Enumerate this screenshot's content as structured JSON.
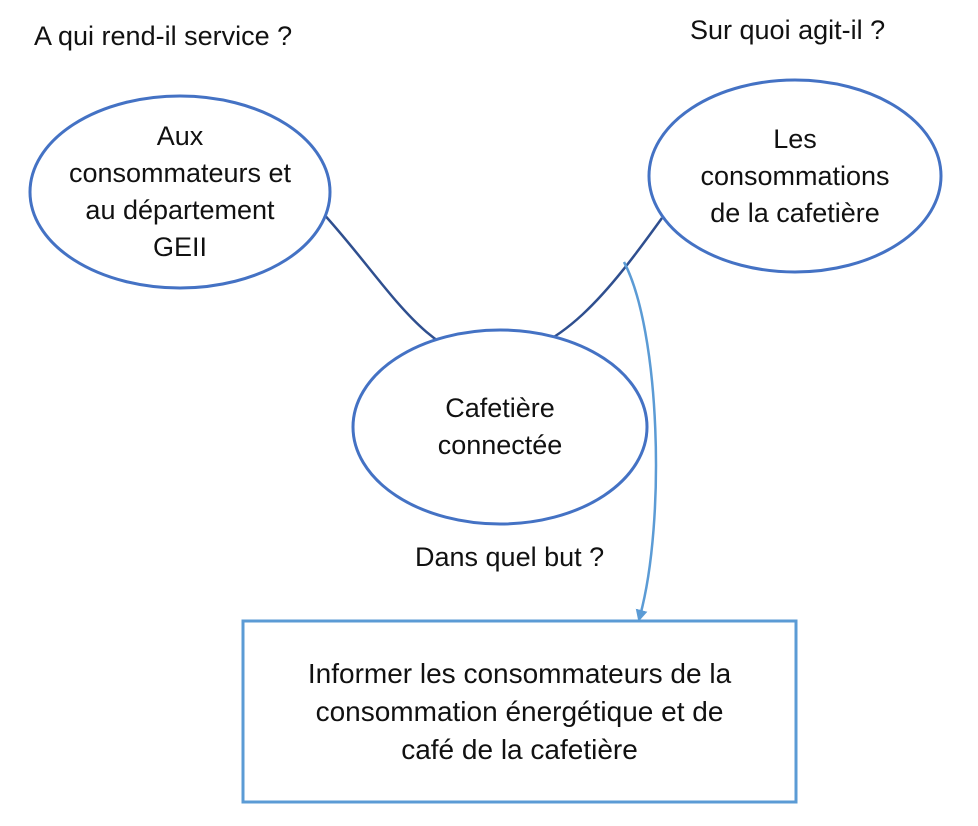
{
  "questions": {
    "q_service": "A qui rend-il service ?",
    "q_acts": "Sur quoi agit-il ?",
    "q_purpose": "Dans quel but ?"
  },
  "nodes": {
    "left": {
      "lines": [
        "Aux",
        "consommateurs et",
        "au département",
        "GEII"
      ]
    },
    "right": {
      "lines": [
        "Les",
        "consommations",
        "de la cafetière"
      ]
    },
    "center": {
      "lines": [
        "Cafetière",
        "connectée"
      ]
    },
    "goal": {
      "lines": [
        "Informer les consommateurs de la",
        "consommation énergétique et de",
        "café de la cafetière"
      ]
    }
  },
  "colors": {
    "ellipse_stroke": "#4472C4",
    "connector_stroke": "#2F4F8F",
    "arrow_stroke": "#5B9BD5",
    "text": "#111111"
  }
}
